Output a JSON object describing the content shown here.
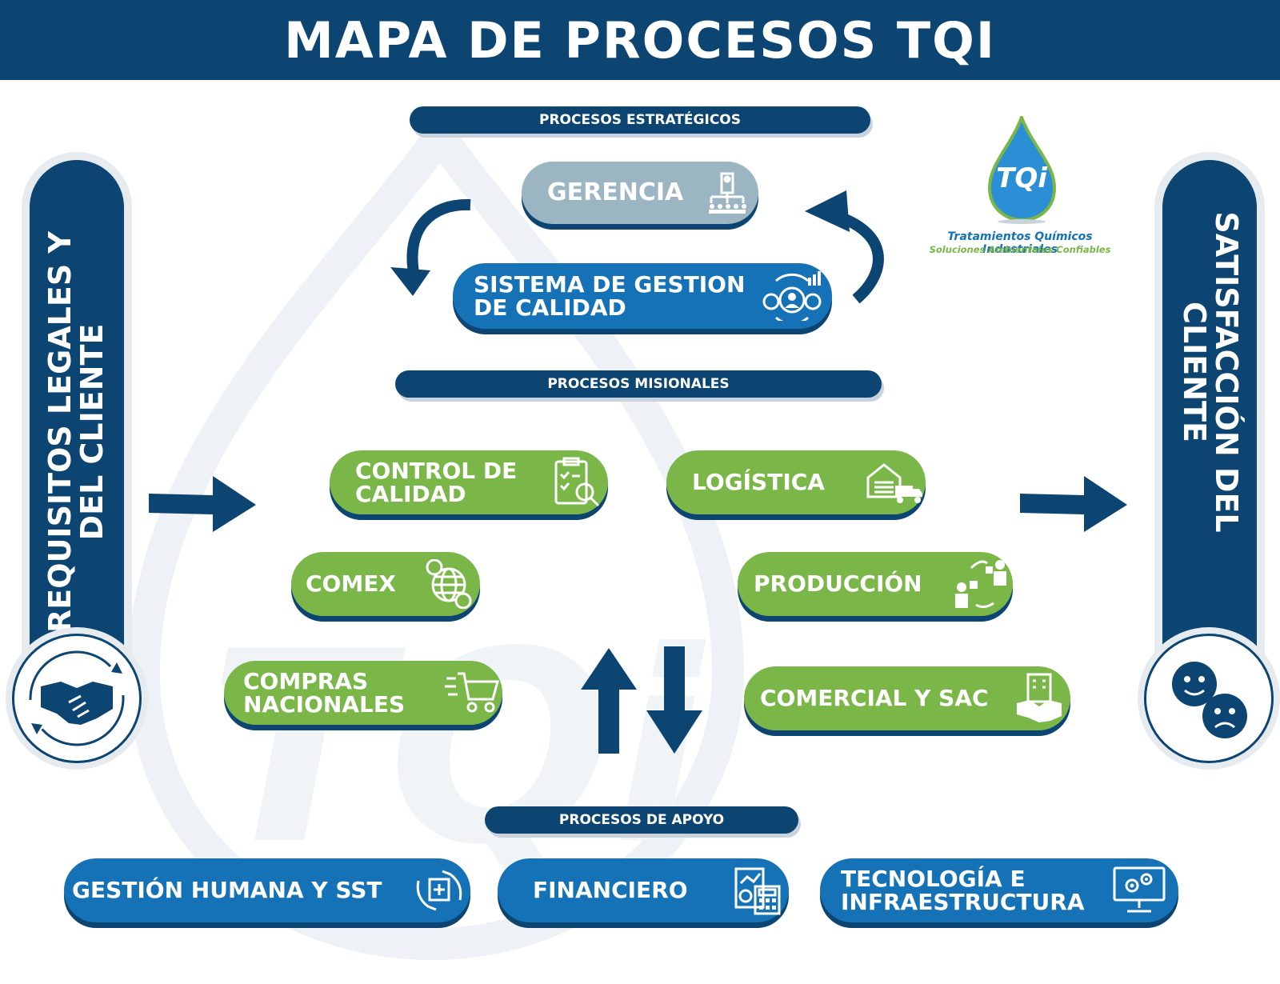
{
  "title": "MAPA DE PROCESOS TQI",
  "sections": {
    "estrategicos": "PROCESOS ESTRATÉGICOS",
    "misionales": "PROCESOS MISIONALES",
    "apoyo": "PROCESOS DE APOYO"
  },
  "strategic": {
    "gerencia": "GERENCIA",
    "sgc_line1": "SISTEMA DE GESTION",
    "sgc_line2": "DE CALIDAD"
  },
  "missional": {
    "control_line1": "CONTROL DE",
    "control_line2": "CALIDAD",
    "logistica": "LOGÍSTICA",
    "comex": "COMEX",
    "produccion": "PRODUCCIÓN",
    "compras_line1": "COMPRAS",
    "compras_line2": "NACIONALES",
    "comercial": "COMERCIAL Y SAC"
  },
  "support": {
    "gestion_humana": "GESTIÓN HUMANA Y SST",
    "financiero": "FINANCIERO",
    "tecnologia_line1": "TECNOLOGÍA E",
    "tecnologia_line2": "INFRAESTRUCTURA"
  },
  "sides": {
    "left_line1": "REQUISITOS LEGALES Y",
    "left_line2": "DEL CLIENTE",
    "right_line1": "SATISFACCIÓN DEL",
    "right_line2": "CLIENTE"
  },
  "logo": {
    "mark": "TQi",
    "name": "Tratamientos Químicos Industriales",
    "tagline": "Soluciones Ambientales Confiables"
  },
  "colors": {
    "navy": "#0c4472",
    "green": "#7ab648",
    "blue": "#1572b6",
    "grey": "#9bb5c3"
  }
}
